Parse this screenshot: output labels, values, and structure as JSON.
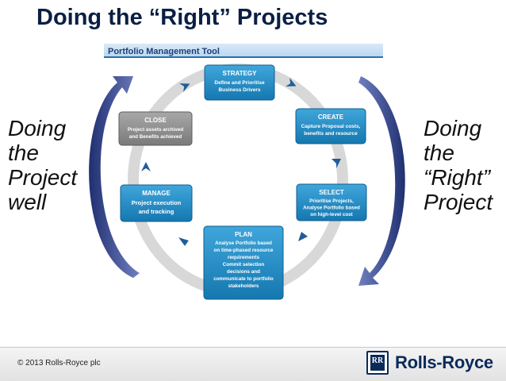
{
  "slide": {
    "title": "Doing the “Right” Projects",
    "left_text": [
      "Doing",
      "the",
      "Project",
      "well"
    ],
    "right_text": [
      "Doing",
      "the",
      "“Right”",
      "Project"
    ]
  },
  "tool": {
    "banner": "Portfolio Management Tool"
  },
  "stages": {
    "strategy": {
      "title": "STRATEGY",
      "lines": [
        "Define and Prioritise",
        "Business Drivers"
      ]
    },
    "create": {
      "title": "CREATE",
      "lines": [
        "Capture Proposal costs,",
        "benefits and resource"
      ]
    },
    "select": {
      "title": "SELECT",
      "lines": [
        "Prioritise Projects,",
        "Analyse Portfolio based",
        "on high-level cost"
      ]
    },
    "plan": {
      "title": "PLAN",
      "lines": [
        "Analyse Portfolio based",
        "on time-phased resource",
        "requirements",
        "Commit selection",
        "decisions and",
        "communicate to portfolio",
        "stakeholders"
      ]
    },
    "manage": {
      "title": "MANAGE",
      "lines": [
        "Project execution",
        "and tracking"
      ]
    },
    "close": {
      "title": "CLOSE",
      "lines": [
        "Project assets archived",
        "and Benefits achieved"
      ]
    }
  },
  "colors": {
    "title": "#0a1f44",
    "stage_box": "#1e8bc3",
    "close_box": "#8a8a8a",
    "chevron": "#1f5d9a",
    "side_arrow": "#2e3f8a",
    "ring": "#d8d8d8",
    "brand": "#0a2a5a"
  },
  "footer": {
    "copyright": "© 2013 Rolls-Royce plc",
    "brand_name": "Rolls-Royce",
    "brand_monogram": "RR"
  }
}
